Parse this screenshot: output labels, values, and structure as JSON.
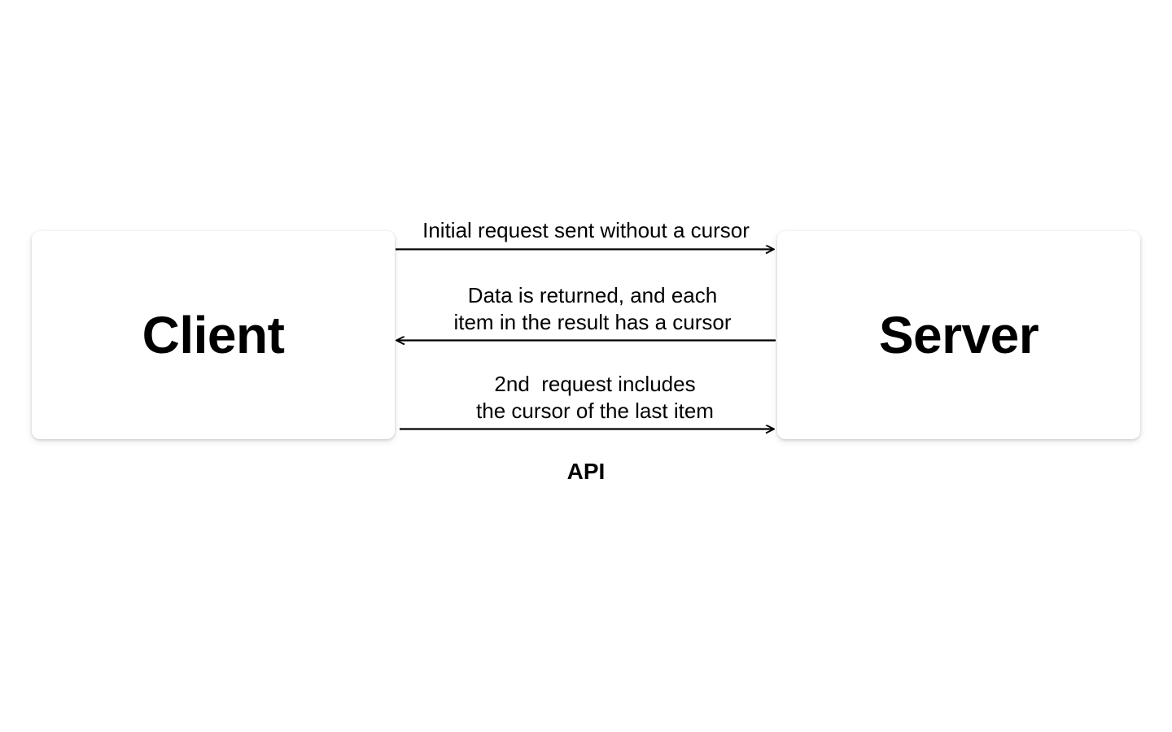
{
  "diagram": {
    "type": "sequence-diagram",
    "title_caption": "API",
    "background_color": "#ffffff",
    "line_color": "#000000",
    "nodes": [
      {
        "id": "client",
        "label": "Client"
      },
      {
        "id": "server",
        "label": "Server"
      }
    ],
    "edges": [
      {
        "id": "edge-1",
        "from": "client",
        "to": "server",
        "direction": "right",
        "label": "Initial request sent without a cursor"
      },
      {
        "id": "edge-2",
        "from": "server",
        "to": "client",
        "direction": "left",
        "label": "Data is returned, and each\nitem in the result has a cursor"
      },
      {
        "id": "edge-3",
        "from": "client",
        "to": "server",
        "direction": "right",
        "label": "2nd  request includes\nthe cursor of the last item"
      }
    ]
  }
}
